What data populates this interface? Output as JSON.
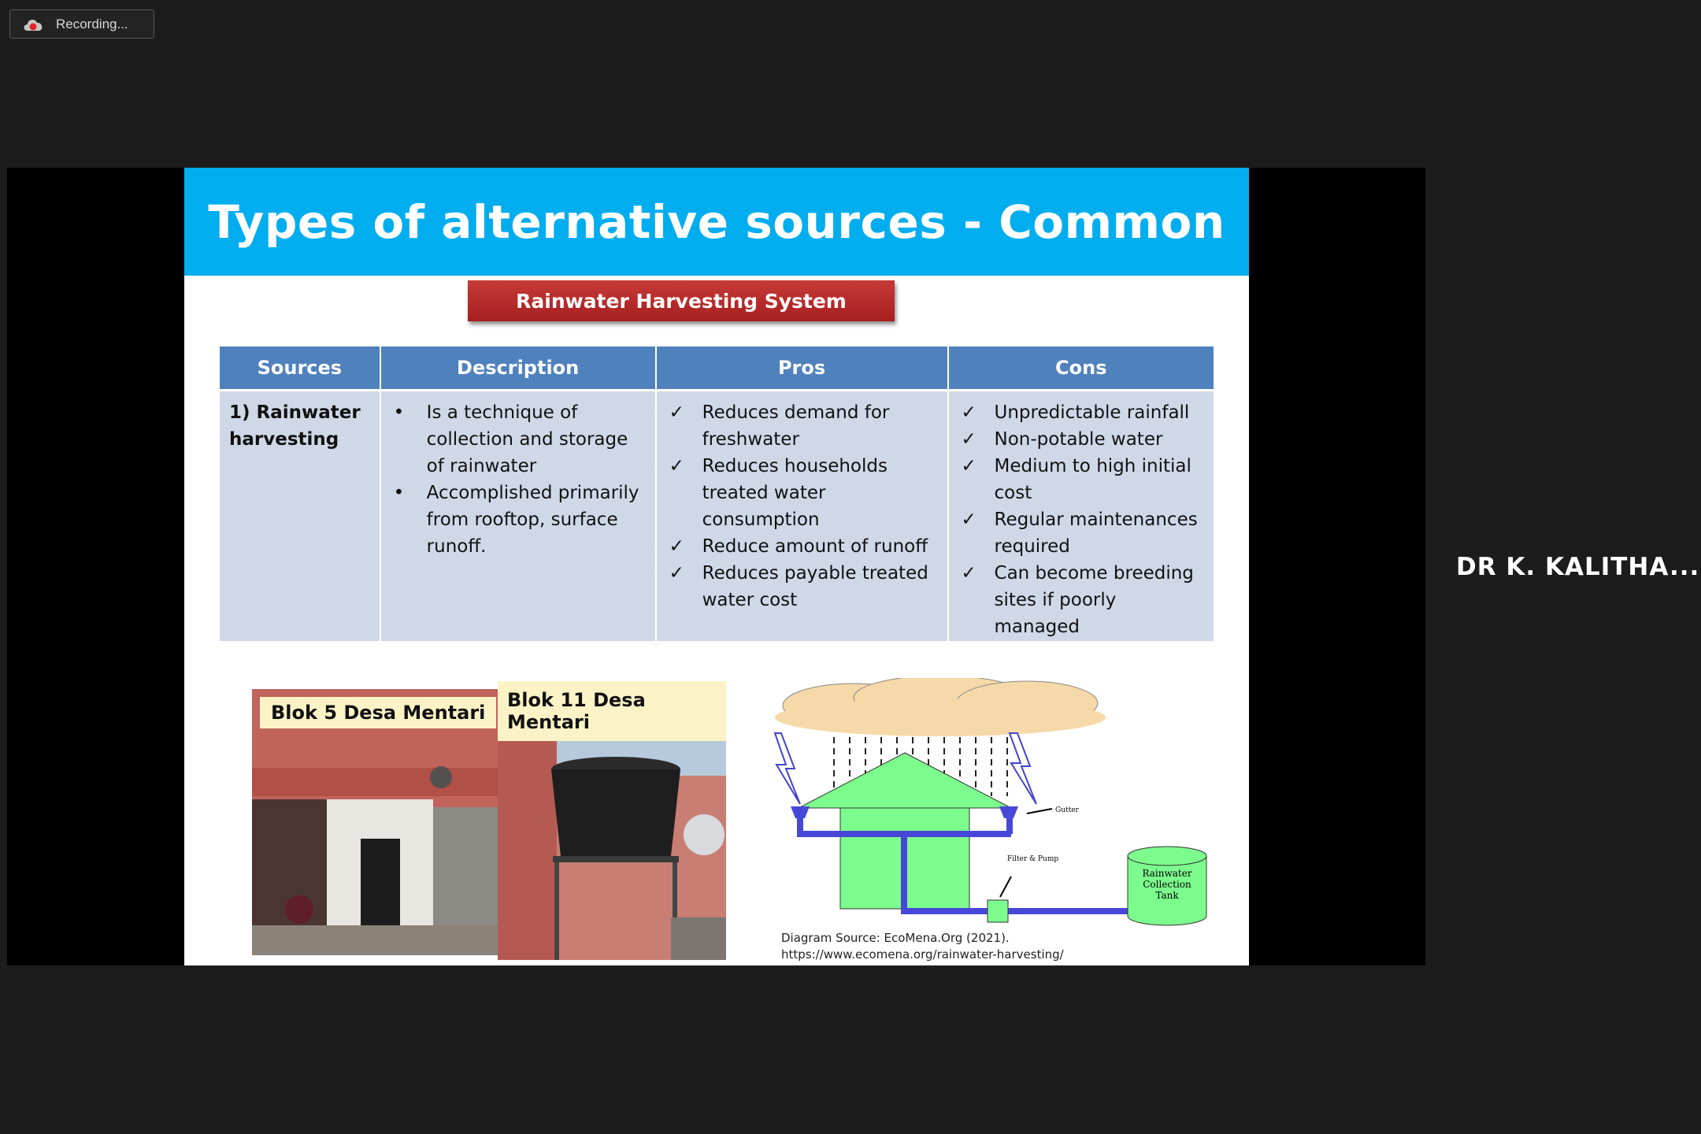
{
  "recording": {
    "label": "Recording..."
  },
  "slide": {
    "title": "Types of alternative sources - Common",
    "banner": "Rainwater Harvesting System",
    "table": {
      "headers": [
        "Sources",
        "Description",
        "Pros",
        "Cons"
      ],
      "row": {
        "source": "1) Rainwater harvesting",
        "description": [
          "Is a technique of collection and storage of rainwater",
          "Accomplished primarily from rooftop, surface runoff."
        ],
        "pros": [
          "Reduces demand for freshwater",
          "Reduces households treated water consumption",
          "Reduce amount of runoff",
          "Reduces payable treated water cost"
        ],
        "cons": [
          "Unpredictable rainfall",
          "Non-potable water",
          "Medium to high initial cost",
          "Regular maintenances required",
          "Can become breeding sites if poorly managed"
        ]
      }
    },
    "photos": {
      "left_label": "Blok 5 Desa Mentari",
      "right_label": "Blok 11 Desa Mentari"
    },
    "diagram": {
      "gutter_label": "Gutter",
      "filter_label": "Filter & Pump",
      "tank_label": [
        "Rainwater",
        "Collection",
        "Tank"
      ],
      "source_line1": "Diagram Source: EcoMena.Org (2021).",
      "source_line2": "https://www.ecomena.org/rainwater-harvesting/"
    }
  },
  "participant": {
    "name": "DR K. KALITHA..."
  }
}
